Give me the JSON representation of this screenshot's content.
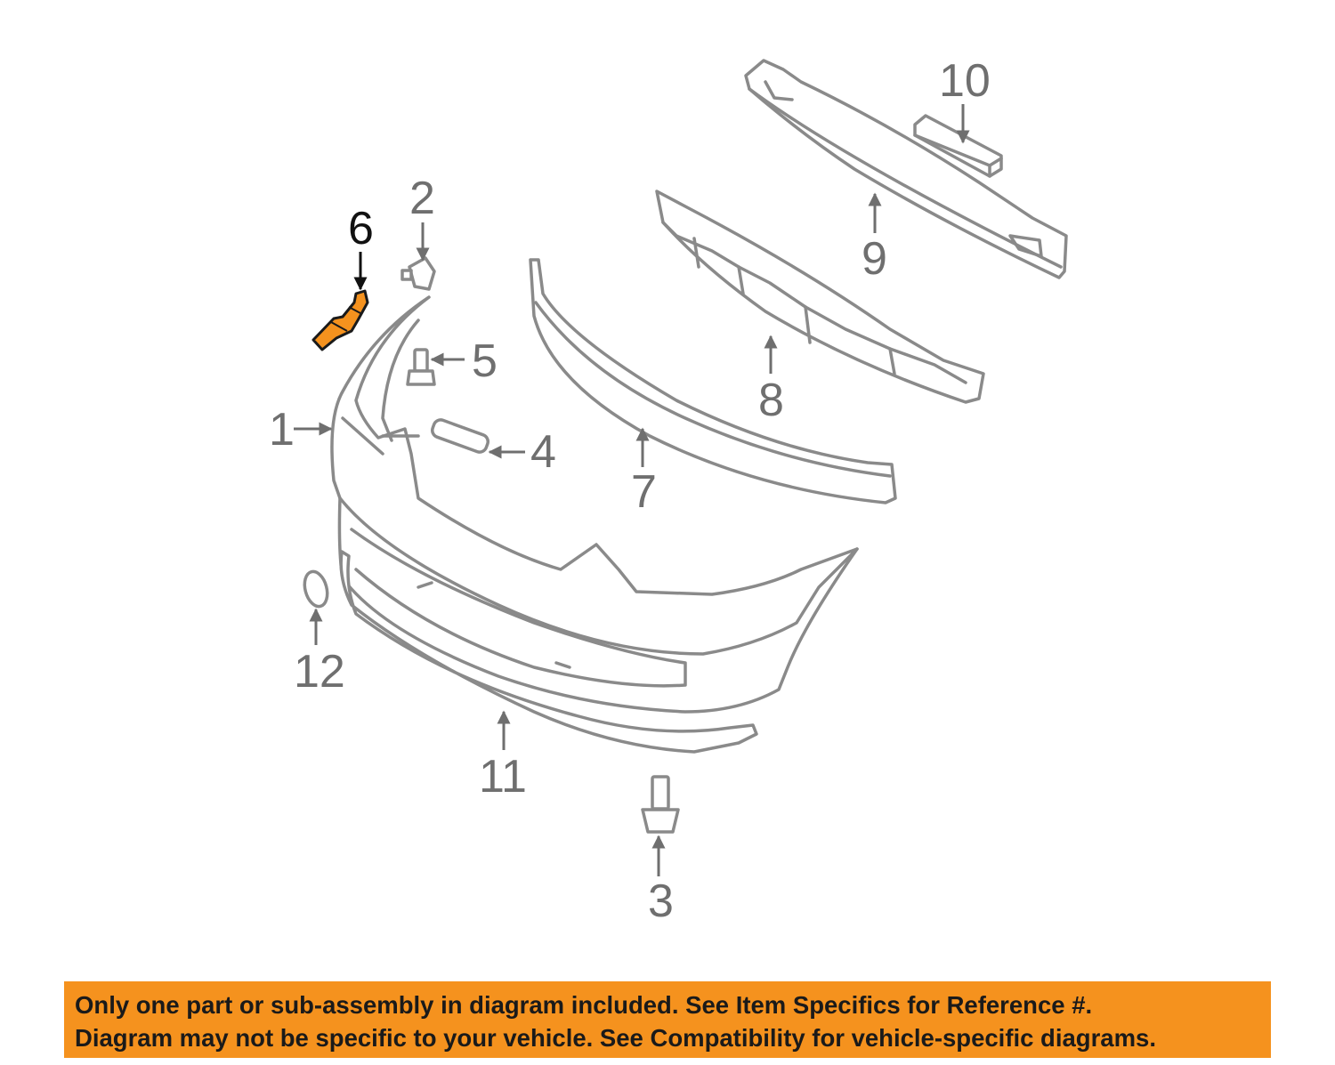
{
  "callouts": [
    {
      "id": "1",
      "label": "1",
      "highlighted": false
    },
    {
      "id": "2",
      "label": "2",
      "highlighted": false
    },
    {
      "id": "3",
      "label": "3",
      "highlighted": false
    },
    {
      "id": "4",
      "label": "4",
      "highlighted": false
    },
    {
      "id": "5",
      "label": "5",
      "highlighted": false
    },
    {
      "id": "6",
      "label": "6",
      "highlighted": true
    },
    {
      "id": "7",
      "label": "7",
      "highlighted": false
    },
    {
      "id": "8",
      "label": "8",
      "highlighted": false
    },
    {
      "id": "9",
      "label": "9",
      "highlighted": false
    },
    {
      "id": "10",
      "label": "10",
      "highlighted": false
    },
    {
      "id": "11",
      "label": "11",
      "highlighted": false
    },
    {
      "id": "12",
      "label": "12",
      "highlighted": false
    }
  ],
  "colors": {
    "highlight_part": "#f5921e",
    "banner_background": "#f5921e",
    "line_art": "#8a8a8a"
  },
  "banner": {
    "line1": "Only one part or sub-assembly in diagram included. See Item Specifics for Reference #.",
    "line2": "Diagram may not be specific to your vehicle. See Compatibility for vehicle-specific diagrams."
  }
}
